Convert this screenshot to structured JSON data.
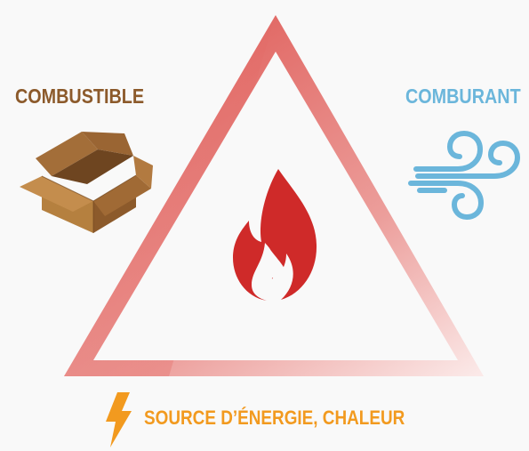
{
  "labels": {
    "combustible": "COMBUSTIBLE",
    "comburant": "COMBURANT",
    "source": "SOURCE D’ÉNERGIE, CHALEUR"
  },
  "colors": {
    "background": "#f9f9f9",
    "combustible": "#8c5a2b",
    "comburant": "#6bb6db",
    "source": "#f29a1f",
    "triangle_top": "#e06b66",
    "triangle_fade": "#f8e0df",
    "flame": "#cf2a29"
  },
  "icons": {
    "combustible": "cardboard-box-icon",
    "comburant": "wind-icon",
    "source": "lightning-bolt-icon",
    "center": "flame-icon"
  }
}
